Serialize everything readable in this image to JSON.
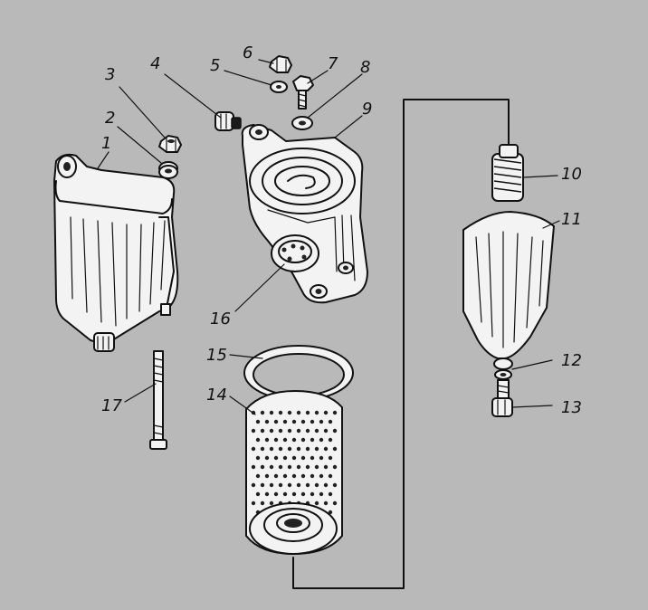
{
  "labels": {
    "l1": "1",
    "l2": "2",
    "l3": "3",
    "l4": "4",
    "l5": "5",
    "l6": "6",
    "l7": "7",
    "l8": "8",
    "l9": "9",
    "l10": "10",
    "l11": "11",
    "l12": "12",
    "l13": "13",
    "l14": "14",
    "l15": "15",
    "l16": "16",
    "l17": "17"
  },
  "colors": {
    "background": "#b9b9b9",
    "ink": "#111111",
    "part_fill": "#f3f3f3"
  }
}
